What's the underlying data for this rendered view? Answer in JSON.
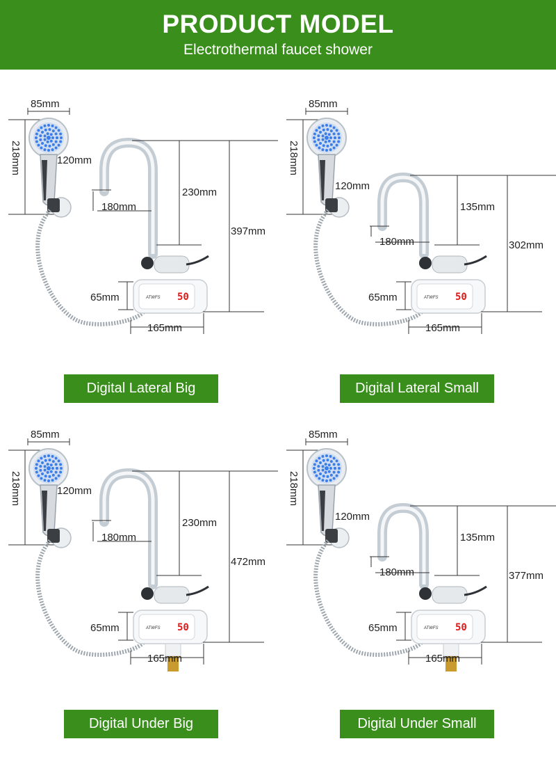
{
  "header": {
    "title": "PRODUCT MODEL",
    "subtitle": "Electrothermal faucet shower"
  },
  "colors": {
    "brand_green": "#3a8f1c",
    "dimension_line": "#333333",
    "display_red": "#e01818",
    "shower_blue": "#3a7ee8",
    "brass": "#c99a2e"
  },
  "icons": {
    "shower_head": "shower-head-icon",
    "faucet": "faucet-icon",
    "hose": "hose-icon"
  },
  "panels": [
    {
      "label": "Digital Lateral Big",
      "shower_width": "85mm",
      "shower_height": "218mm",
      "spout_drop": "120mm",
      "spout_reach": "180mm",
      "spout_height": "230mm",
      "total_height": "397mm",
      "body_height": "65mm",
      "body_width": "165mm",
      "display_text": "50",
      "brand_text": "ATWFS"
    },
    {
      "label": "Digital Lateral Small",
      "shower_width": "85mm",
      "shower_height": "218mm",
      "spout_drop": "120mm",
      "spout_reach": "180mm",
      "spout_height": "135mm",
      "total_height": "302mm",
      "body_height": "65mm",
      "body_width": "165mm",
      "display_text": "50",
      "brand_text": "ATWFS"
    },
    {
      "label": "Digital Under Big",
      "shower_width": "85mm",
      "shower_height": "218mm",
      "spout_drop": "120mm",
      "spout_reach": "180mm",
      "spout_height": "230mm",
      "total_height": "472mm",
      "body_height": "65mm",
      "body_width": "165mm",
      "display_text": "50",
      "brand_text": "ATWFS"
    },
    {
      "label": "Digital Under Small",
      "shower_width": "85mm",
      "shower_height": "218mm",
      "spout_drop": "120mm",
      "spout_reach": "180mm",
      "spout_height": "135mm",
      "total_height": "377mm",
      "body_height": "65mm",
      "body_width": "165mm",
      "display_text": "50",
      "brand_text": "ATWFS"
    }
  ]
}
